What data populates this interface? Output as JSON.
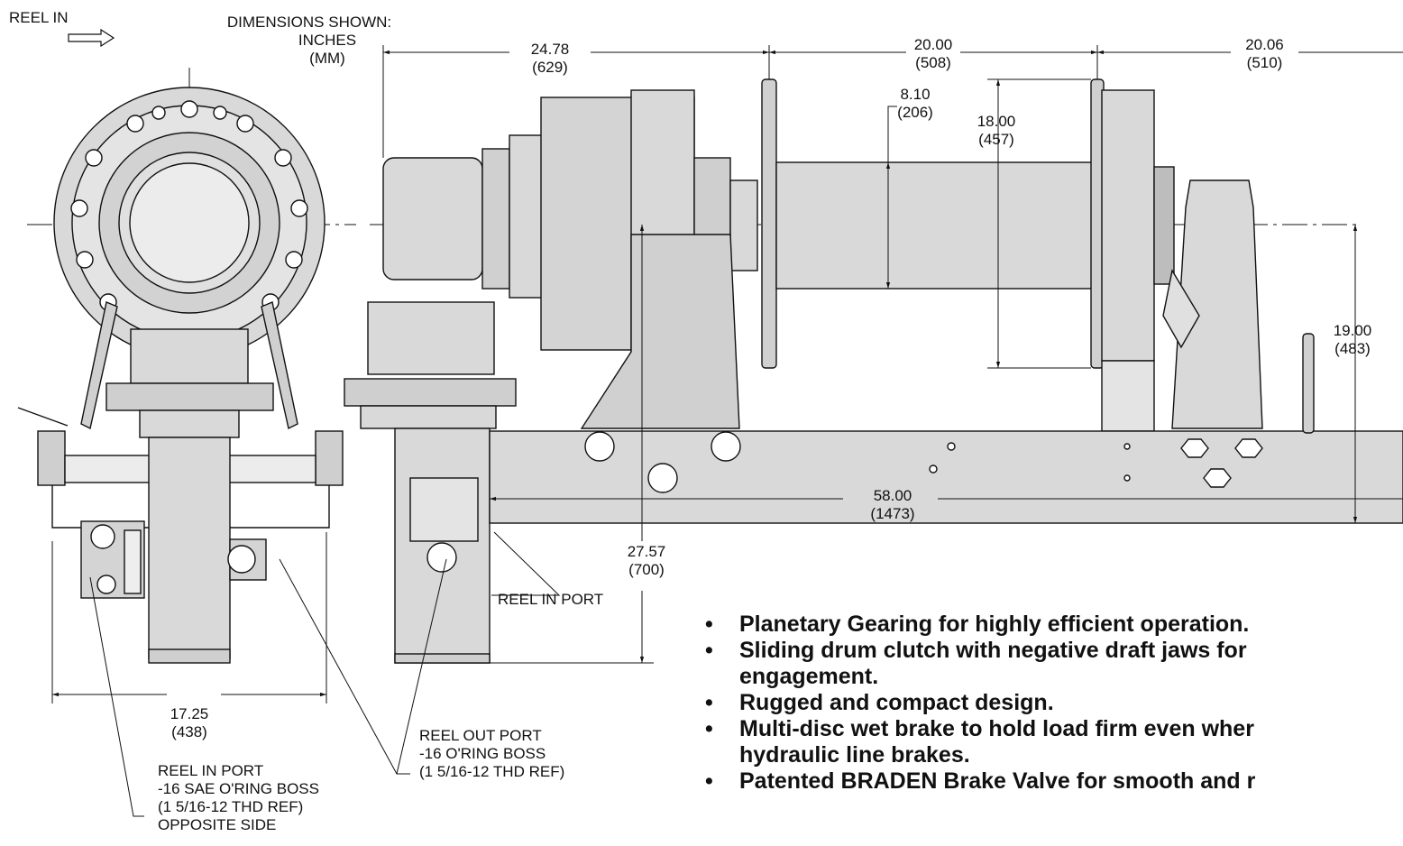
{
  "header": {
    "reel_in_label": "REEL IN",
    "dims_line1": "DIMENSIONS SHOWN:",
    "dims_line2": "INCHES",
    "dims_line3": "(MM)"
  },
  "dimensions": {
    "d1_in": "24.78",
    "d1_mm": "(629)",
    "d2_in": "20.00",
    "d2_mm": "(508)",
    "d3_in": "20.06",
    "d3_mm": "(510)",
    "d4_in": "8.10",
    "d4_mm": "(206)",
    "d5_in": "18.00",
    "d5_mm": "(457)",
    "d6_in": "19.00",
    "d6_mm": "(483)",
    "d7_in": "58.00",
    "d7_mm": "(1473)",
    "d8_in": "27.57",
    "d8_mm": "(700)",
    "d9_in": "17.25",
    "d9_mm": "(438)"
  },
  "callouts": {
    "reel_in_port_right": "REEL IN PORT",
    "reel_out": [
      "REEL OUT PORT",
      "-16 O'RING BOSS",
      "(1 5/16-12 THD REF)"
    ],
    "reel_in_left": [
      "REEL IN PORT",
      "-16 SAE O'RING BOSS",
      "(1 5/16-12 THD REF)",
      "OPPOSITE SIDE"
    ]
  },
  "features": [
    "Planetary Gearing for highly efficient operation.",
    "Sliding drum clutch with negative draft jaws for",
    "engagement.",
    "Rugged and compact design.",
    "Multi-disc wet brake to hold load firm even wher",
    "hydraulic line brakes.",
    "Patented BRADEN Brake Valve for smooth and r"
  ],
  "colors": {
    "line": "#111111",
    "fill": "#d9d9d9",
    "fill_dark": "#bdbdbd"
  }
}
